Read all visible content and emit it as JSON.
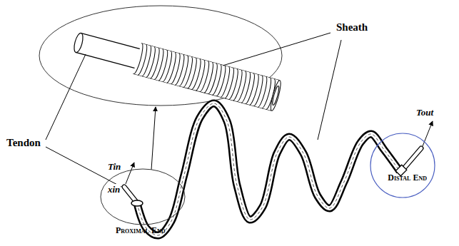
{
  "diagram": {
    "nodes": [
      {
        "text": [
          "Proximal End"
        ]
      },
      {
        "text": [
          "Distal End"
        ]
      }
    ],
    "labels": [
      "Sheath",
      "Tendon",
      "Tin",
      "xin",
      "Tout"
    ]
  }
}
